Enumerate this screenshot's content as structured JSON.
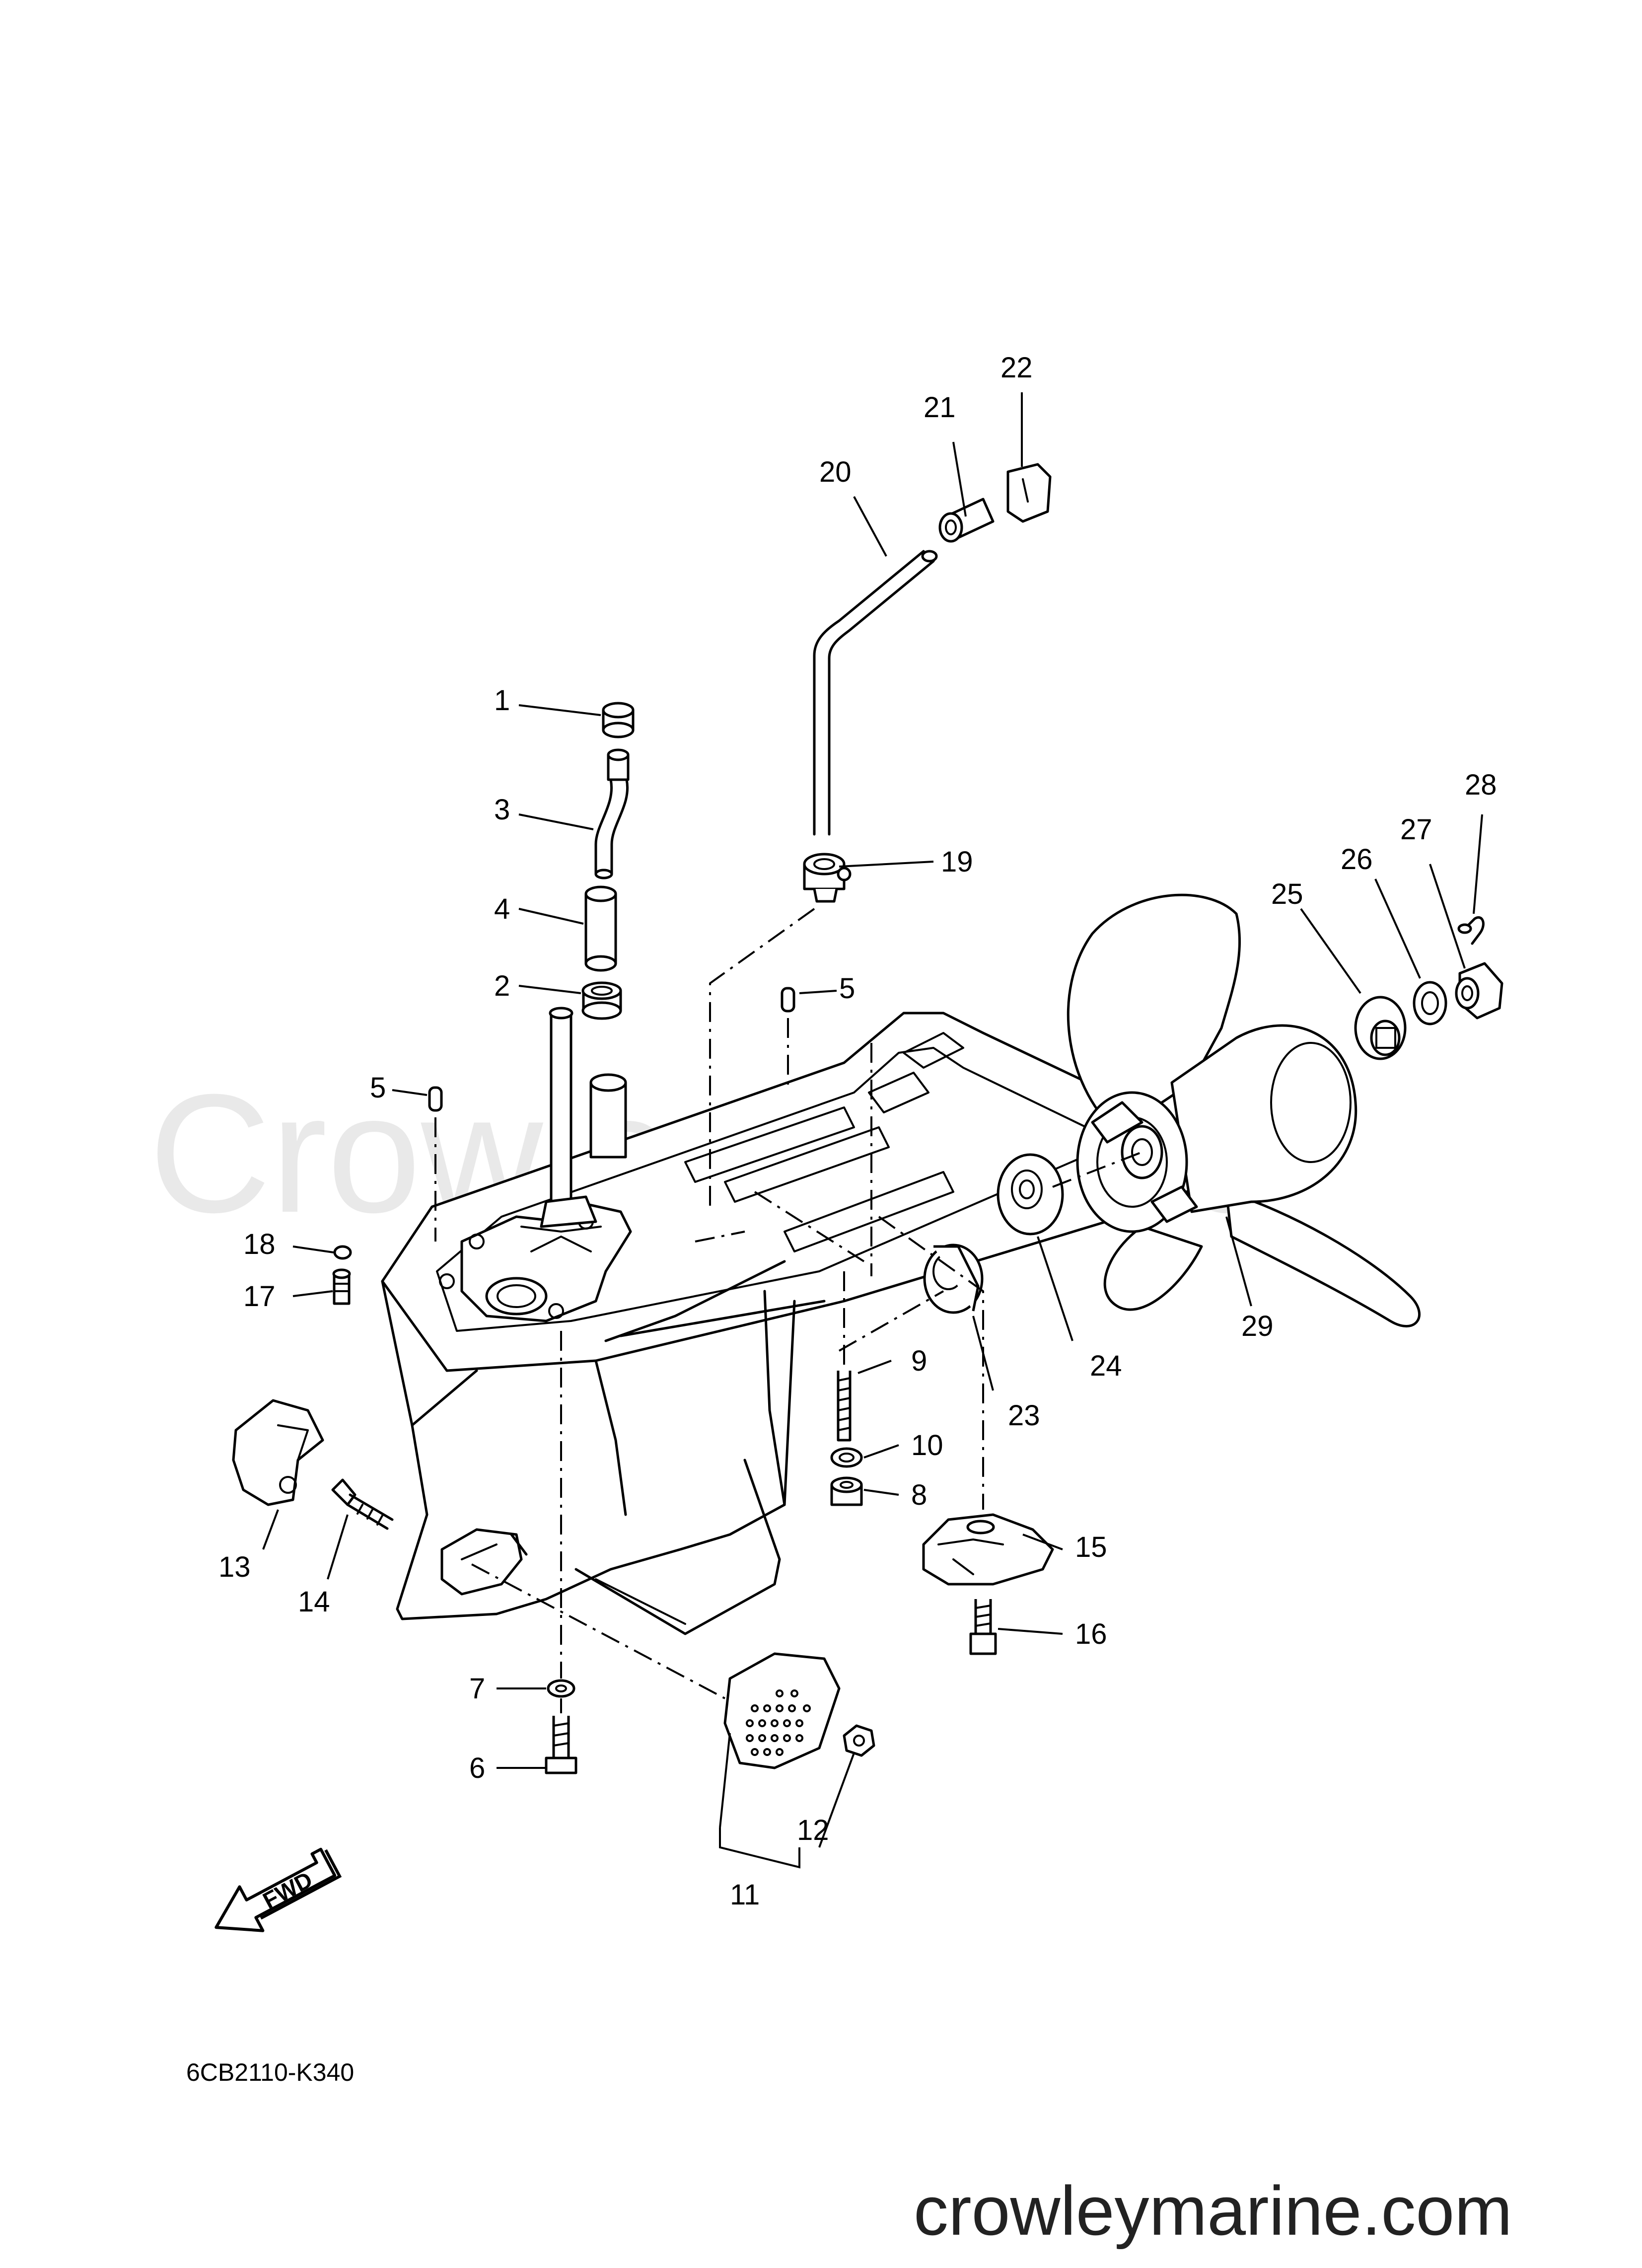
{
  "watermark": "CrowleyMarine",
  "diagram_code": "6CB2110-K340",
  "site": "crowleymarine.com",
  "fwd_badge": "FWD",
  "callouts": [
    "1",
    "2",
    "3",
    "4",
    "5",
    "5",
    "6",
    "7",
    "8",
    "9",
    "10",
    "11",
    "12",
    "13",
    "14",
    "15",
    "16",
    "17",
    "18",
    "19",
    "20",
    "21",
    "22",
    "23",
    "24",
    "25",
    "26",
    "27",
    "28",
    "29"
  ]
}
